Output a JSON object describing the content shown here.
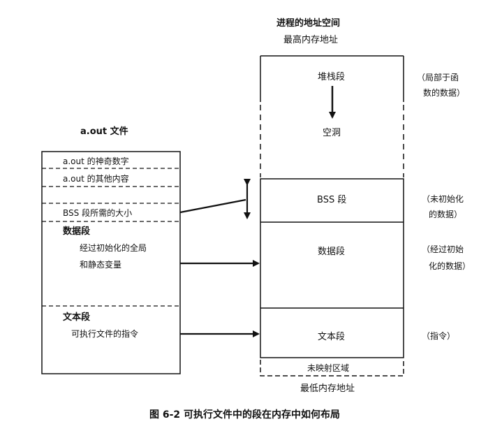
{
  "right_title": "进程的地址空间",
  "top_address": "最高内存地址",
  "bottom_address": "最低内存地址",
  "left_title": "a.out 文件",
  "file": {
    "magic": "a.out 的神奇数字",
    "other": "a.out 的其他内容",
    "bss_size": "BSS 段所需的大小",
    "data_heading": "数据段",
    "data_line1": "经过初始化的全局",
    "data_line2": "和静态变量",
    "text_heading": "文本段",
    "text_line1": "可执行文件的指令"
  },
  "memory": {
    "stack": "堆栈段",
    "hole": "空洞",
    "bss": "BSS 段",
    "data": "数据段",
    "text": "文本段",
    "unmapped": "未映射区域"
  },
  "notes": {
    "stack_l1": "（局部于函",
    "stack_l2": "数的数据）",
    "bss_l1": "（未初始化",
    "bss_l2": "的数据）",
    "data_l1": "（经过初始",
    "data_l2": "化的数据）",
    "text_l1": "（指令）"
  },
  "caption": "图 6-2   可执行文件中的段在内存中如何布局"
}
